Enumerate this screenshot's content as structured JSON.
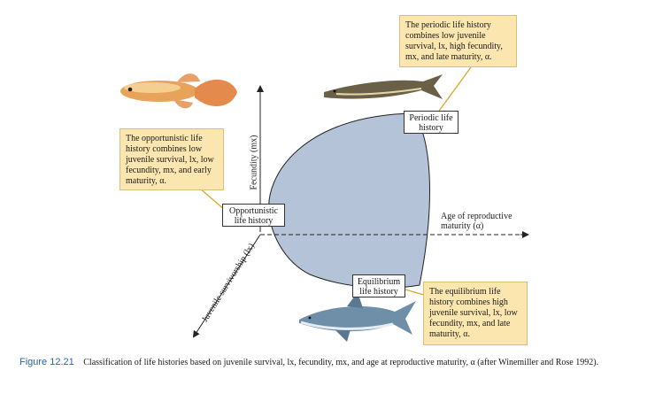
{
  "callouts": {
    "periodic": "The periodic life history combines low juvenile survival, lx, high fecundity, mx, and late maturity, α.",
    "opportunistic": "The opportunistic life history combines low juvenile survival, lx, low fecundity, mx, and early maturity, α.",
    "equilibrium": "The equilibrium life history combines high juvenile survival, lx, low fecundity, mx, and late maturity, α."
  },
  "labels": {
    "periodic": "Periodic life history",
    "opportunistic": "Opportunistic life history",
    "equilibrium": "Equilibrium life history"
  },
  "axes": {
    "fecundity": "Fecundity (mx)",
    "maturity": "Age of reproductive maturity (α)",
    "survivorship": "Juvenile survivorship (lx)"
  },
  "caption": {
    "figure_number": "Figure 12.21",
    "text": "Classification of life histories based on juvenile survival, lx, fecundity, mx, and age at reproductive maturity, α (after Winemiller and Rose 1992)."
  },
  "colors": {
    "region_fill": "#b4c3d8",
    "callout_fill": "#fbe6b0",
    "caption_accent": "#2a62b3",
    "guppy": "#e8a35a",
    "sturgeon": "#6a6048",
    "shark": "#6f8fa8"
  },
  "icons": [
    "guppy-fish-icon",
    "sturgeon-fish-icon",
    "shark-icon"
  ]
}
